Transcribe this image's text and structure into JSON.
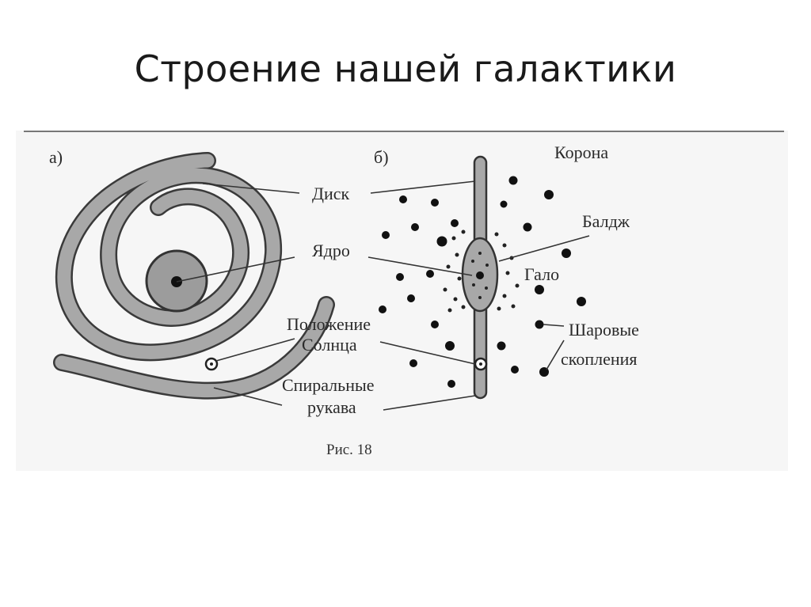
{
  "slide": {
    "title": "Строение нашей галактики"
  },
  "figure": {
    "panel_a": "а)",
    "panel_b": "б)",
    "caption": "Рис. 18"
  },
  "labels": {
    "corona": "Корона",
    "disk": "Диск",
    "bulge": "Балдж",
    "core": "Ядро",
    "halo": "Гало",
    "sun_line1": "Положение",
    "sun_line2": "Солнца",
    "globular_line1": "Шаровые",
    "globular_line2": "скопления",
    "arms_line1": "Спиральные",
    "arms_line2": "рукава"
  }
}
